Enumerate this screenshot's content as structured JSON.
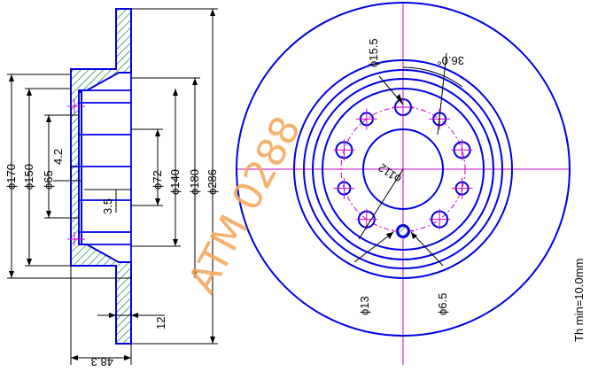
{
  "brand": {
    "watermark": "ATM 0288",
    "color": "#f5a95e"
  },
  "colors": {
    "outline": "#0000e6",
    "centerline": "#cc00cc",
    "dimension": "#000000",
    "hatch": "#1a8a4a"
  },
  "section_view": {
    "diameters": {
      "d170": "ϕ170",
      "d150": "ϕ150",
      "d65": "ϕ65",
      "d72": "ϕ72",
      "d140": "ϕ140",
      "d180": "ϕ180",
      "d286": "ϕ286"
    },
    "small": {
      "d42": "4.2",
      "d35": "3.5",
      "d12": "12"
    },
    "thickness_bottom": "48.3"
  },
  "face_view": {
    "hole_large": "ϕ15.5",
    "angle": "36.0°",
    "pcd": "ϕ112",
    "hole_small": "ϕ13",
    "center_hole": "ϕ6.5",
    "min_thickness": "Th min=10.0mm"
  }
}
